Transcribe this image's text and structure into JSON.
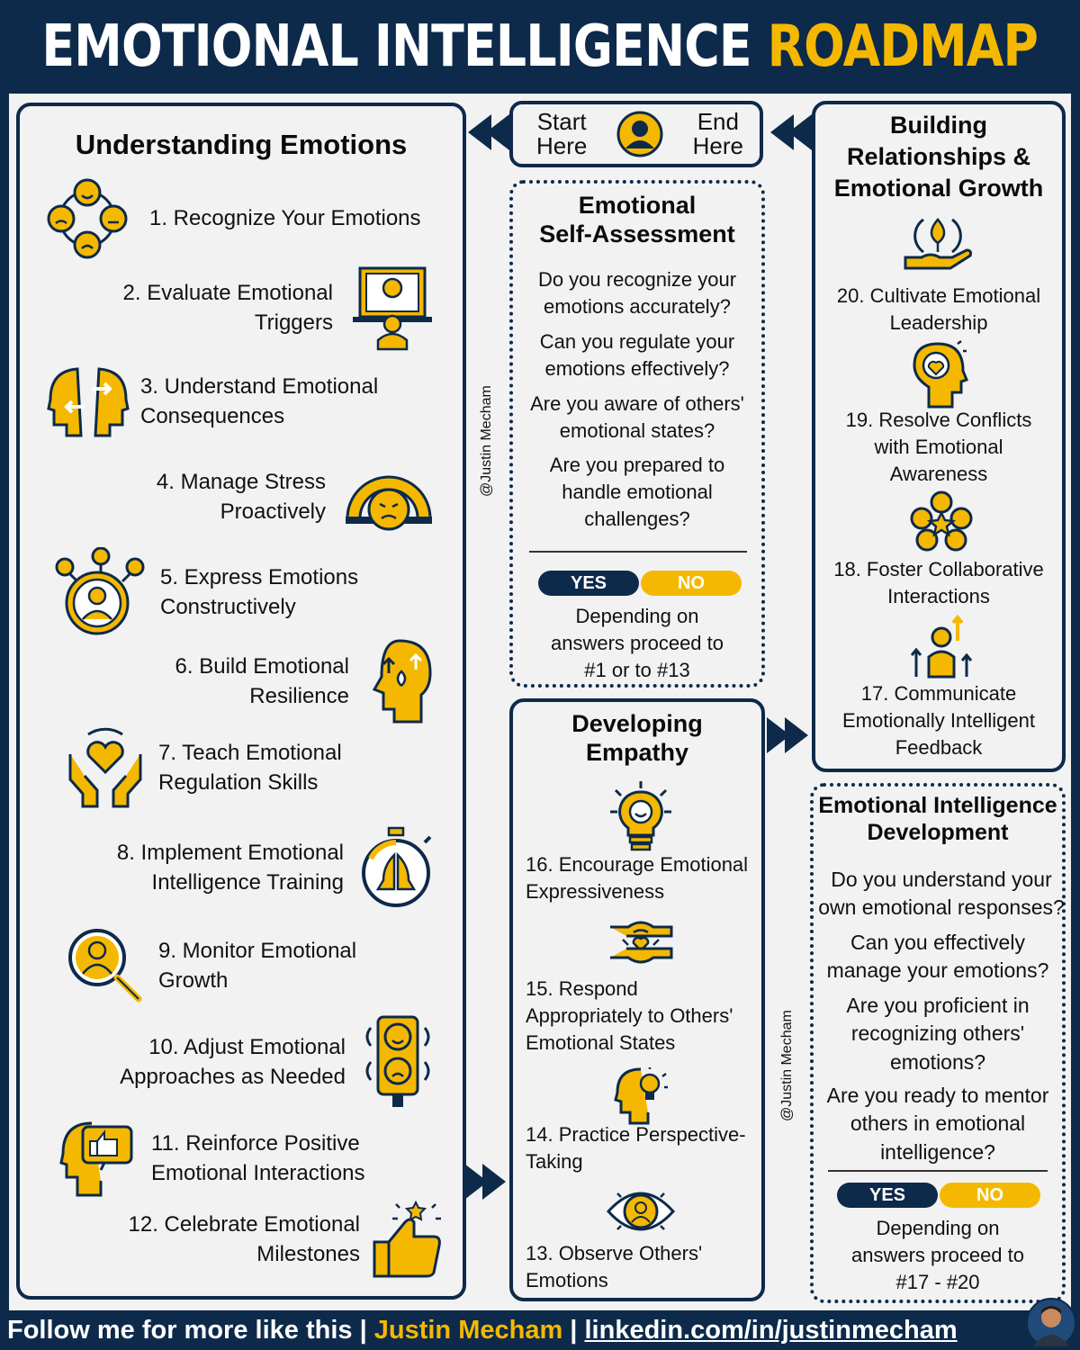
{
  "header": {
    "title_main": "EMOTIONAL INTELLIGENCE",
    "title_accent": "ROADMAP"
  },
  "colors": {
    "navy": "#0d2a4a",
    "gold": "#f5b800",
    "background": "#f2f2f2"
  },
  "left_panel": {
    "title": "Understanding Emotions",
    "steps": [
      {
        "label": "1. Recognize Your Emotions",
        "icon": "emotion-faces-icon"
      },
      {
        "label": "2. Evaluate Emotional\nTriggers",
        "icon": "presentation-face-icon"
      },
      {
        "label": "3.  Understand  Emotional\nConsequences",
        "icon": "heads-arrows-icon"
      },
      {
        "label": "4. Manage Stress\nProactively",
        "icon": "stress-gauge-icon"
      },
      {
        "label": "5. Express Emotions\nConstructively",
        "icon": "person-network-icon"
      },
      {
        "label": "6. Build Emotional\nResilience",
        "icon": "head-growth-icon"
      },
      {
        "label": "7. Teach Emotional\nRegulation Skills",
        "icon": "hands-heart-icon"
      },
      {
        "label": "8. Implement Emotional\nIntelligence Training",
        "icon": "praying-hands-timer-icon"
      },
      {
        "label": "9. Monitor Emotional\nGrowth",
        "icon": "magnifier-person-icon"
      },
      {
        "label": "10. Adjust Emotional\nApproaches as Needed",
        "icon": "traffic-light-faces-icon"
      },
      {
        "label": "11. Reinforce Positive\nEmotional Interactions",
        "icon": "head-thumbs-up-icon"
      },
      {
        "label": "12. Celebrate Emotional\nMilestones",
        "icon": "thumbs-up-star-icon"
      }
    ]
  },
  "start_end": {
    "start": "Start\nHere",
    "end": "End\nHere",
    "icon": "user-icon"
  },
  "self_assessment": {
    "title": "Emotional\nSelf-Assessment",
    "questions": [
      "Do you recognize your\nemotions accurately?",
      "Can you regulate your\nemotions effectively?",
      "Are you aware of others'\nemotional states?",
      "Are you prepared to\nhandle emotional\nchallenges?"
    ],
    "yes": "YES",
    "no": "NO",
    "note": "Depending on\nanswers proceed to\n#1 or to #13"
  },
  "empathy": {
    "title": "Developing\nEmpathy",
    "items": [
      {
        "label": "16. Encourage Emotional\nExpressiveness",
        "icon": "lightbulb-face-icon"
      },
      {
        "label": "15. Respond\nAppropriately to Others'\nEmotional States",
        "icon": "hands-heart-give-icon"
      },
      {
        "label": "14. Practice Perspective-\nTaking",
        "icon": "head-bulb-icon"
      },
      {
        "label": "13. Observe Others'\nEmotions",
        "icon": "eye-person-icon"
      }
    ]
  },
  "relations": {
    "title": "Building\nRelationships &\nEmotional Growth",
    "items": [
      {
        "label": "20. Cultivate Emotional\nLeadership",
        "icon": "hand-sprout-icon"
      },
      {
        "label": "19. Resolve Conflicts\nwith Emotional\nAwareness",
        "icon": "head-heart-icon"
      },
      {
        "label": "18. Foster Collaborative\nInteractions",
        "icon": "team-star-icon"
      },
      {
        "label": "17. Communicate\nEmotionally Intelligent\nFeedback",
        "icon": "person-growth-arrows-icon"
      }
    ]
  },
  "ei_development": {
    "title": "Emotional Intelligence\nDevelopment",
    "questions": [
      "Do you understand your\nown emotional responses?",
      "Can you effectively\nmanage your emotions?",
      "Are you proficient in\nrecognizing others'\nemotions?",
      "Are you ready to mentor\nothers in emotional\nintelligence?"
    ],
    "yes": "YES",
    "no": "NO",
    "note": "Depending on\nanswers proceed to\n#17 - #20"
  },
  "watermark": "@Justin Mecham",
  "footer": {
    "prefix": "Follow me for more like this | ",
    "name": "Justin Mecham",
    "sep": " | ",
    "link": "linkedin.com/in/justinmecham"
  }
}
